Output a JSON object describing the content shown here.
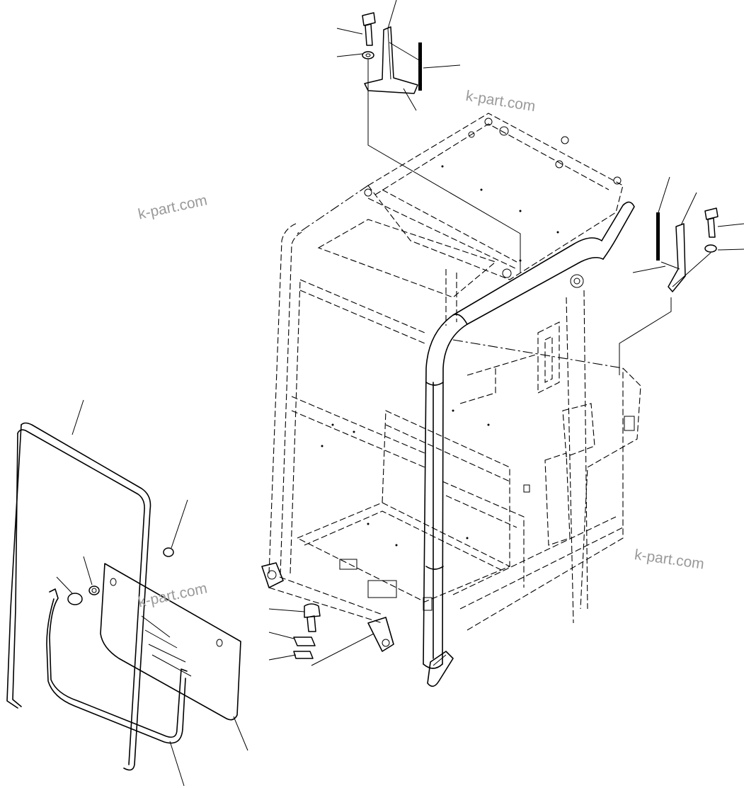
{
  "watermarks": [
    "k-part.com",
    "k-part.com",
    "k-part.com",
    "k-part.com"
  ],
  "icons": [
    "cab-frame-drawing",
    "bracket-icon",
    "bolt-icon",
    "washer-icon",
    "seal-strip-icon",
    "glass-panel-icon",
    "weatherstrip-icon",
    "cushion-icon"
  ],
  "colors": {
    "line": "#000000",
    "watermark": "#9a9a9a",
    "background": "#ffffff"
  }
}
